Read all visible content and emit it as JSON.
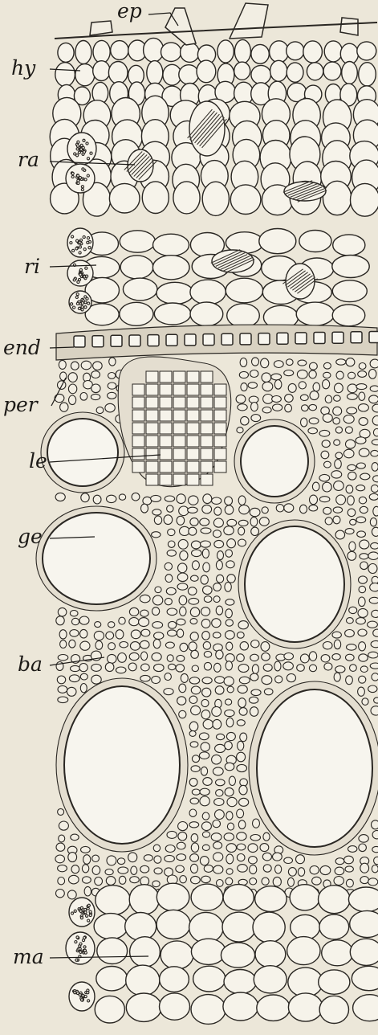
{
  "figure": {
    "background_color": "#ece7d9",
    "ink_color": "#1c1a17",
    "labels": [
      {
        "key": "ep",
        "text": "ep"
      },
      {
        "key": "hy",
        "text": "hy"
      },
      {
        "key": "ra",
        "text": "ra"
      },
      {
        "key": "ri",
        "text": "ri"
      },
      {
        "key": "end",
        "text": "end"
      },
      {
        "key": "per",
        "text": "per"
      },
      {
        "key": "le",
        "text": "le"
      },
      {
        "key": "ge",
        "text": "ge"
      },
      {
        "key": "ba",
        "text": "ba"
      },
      {
        "key": "ma",
        "text": "ma"
      }
    ]
  }
}
